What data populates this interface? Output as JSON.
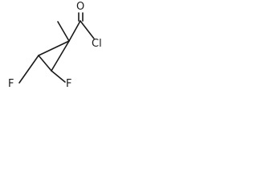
{
  "molecule": {
    "atoms": {
      "oxygen": "O",
      "chlorine": "Cl",
      "fluorine_left": "F",
      "fluorine_right": "F"
    },
    "bond_color": "#1a1a1a",
    "label_color": "#1a1a1a"
  }
}
